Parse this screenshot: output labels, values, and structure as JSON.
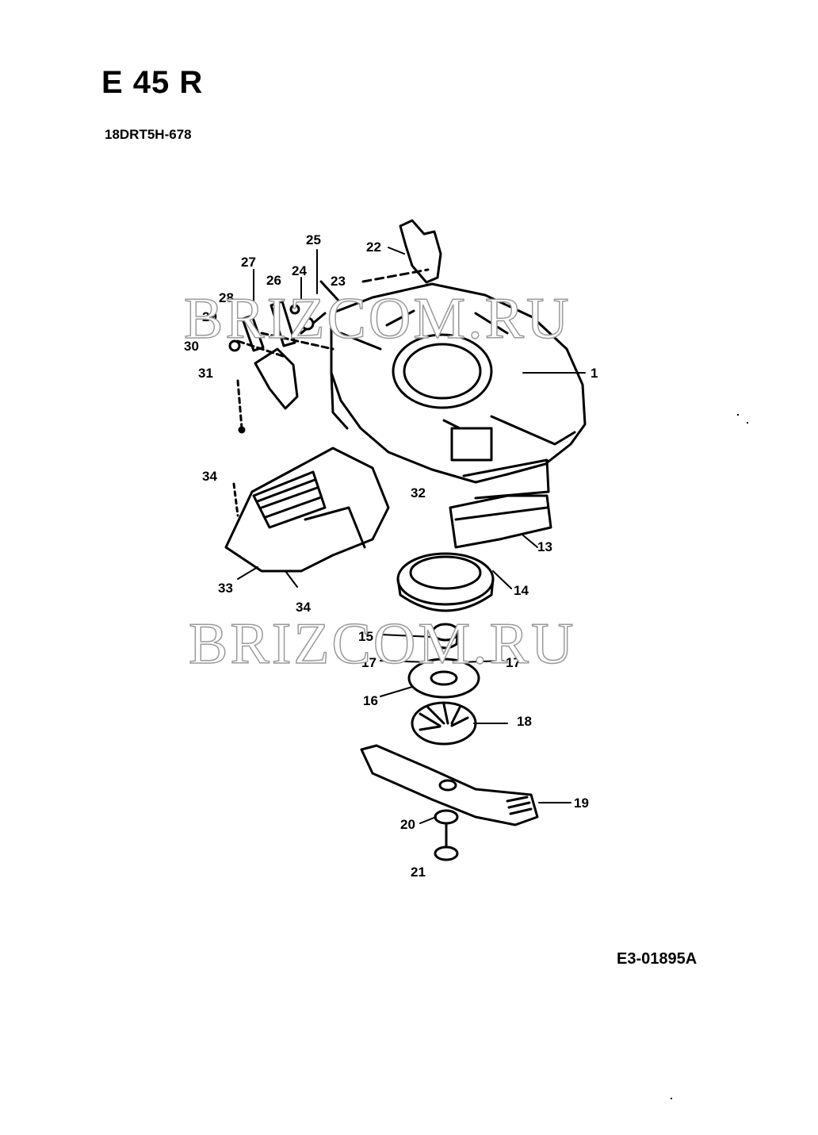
{
  "header": {
    "title": "E 45 R",
    "model": "18DRT5H-678"
  },
  "watermark": [
    "BRIZCOM.RU",
    "BRIZCOM.RU"
  ],
  "reference": "E3-01895A",
  "callouts": [
    "1",
    "13",
    "14",
    "15",
    "16",
    "17",
    "17",
    "18",
    "19",
    "20",
    "21",
    "22",
    "23",
    "24",
    "25",
    "26",
    "27",
    "28",
    "29",
    "30",
    "31",
    "32",
    "33",
    "34",
    "34"
  ]
}
